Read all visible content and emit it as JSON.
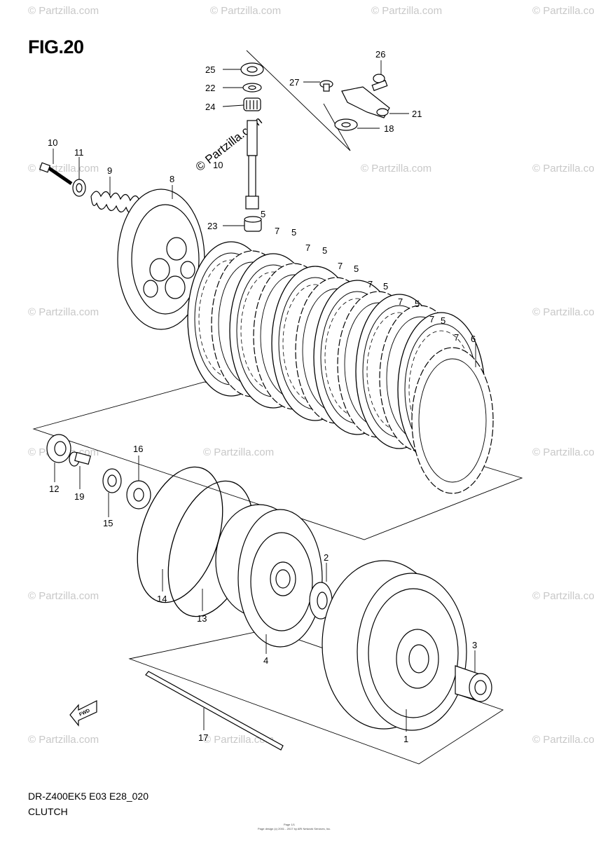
{
  "figure": {
    "title": "FIG.20",
    "model_code": "DR-Z400EK5 E03 E28_020",
    "section": "CLUTCH",
    "footer_line1": "Page 1/1",
    "footer_line2": "Page design (c) 2001 - 2017 by ARI Network Services, Inc."
  },
  "watermark": {
    "text": "© Partzilla.com",
    "center_text": "© Partzilla.com"
  },
  "direction_marker": {
    "text": "FWD"
  },
  "callouts": [
    "25",
    "22",
    "24",
    "10",
    "23",
    "27",
    "26",
    "21",
    "18",
    "10",
    "11",
    "9",
    "8",
    "5",
    "7",
    "5",
    "7",
    "5",
    "7",
    "5",
    "7",
    "5",
    "7",
    "5",
    "7",
    "5",
    "7",
    "6",
    "12",
    "19",
    "16",
    "15",
    "14",
    "13",
    "2",
    "4",
    "3",
    "17",
    "1"
  ],
  "colors": {
    "line": "#000000",
    "watermark": "#c8c8c8",
    "background": "#ffffff"
  }
}
